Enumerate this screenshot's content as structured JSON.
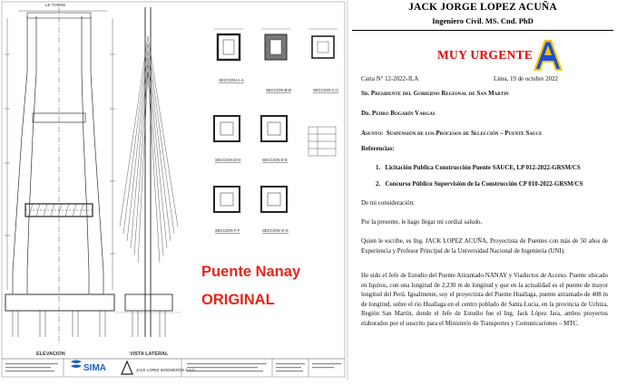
{
  "drawing": {
    "overlay_title": "Puente Nanay",
    "overlay_subtitle": "ORIGINAL",
    "overlay_color": "#e3261c",
    "view_elevation": "ELEVACION",
    "view_lateral": "VISTA LATERAL",
    "label_tower_axis": "LE TORRE",
    "company_sima": "SIMA",
    "company_jla": "JACK LOPEZ INGENIEROS S.A.C.",
    "sections": [
      {
        "title": "SECCION A-A"
      },
      {
        "title": "SECCION B-B"
      },
      {
        "title": "SECCION C-C"
      },
      {
        "title": "SECCION D-D"
      },
      {
        "title": "SECCION E-E"
      },
      {
        "title": "SECCION F-F"
      },
      {
        "title": "SECCION G-G"
      }
    ]
  },
  "letter": {
    "author": "JACK JORGE LOPEZ ACUÑA",
    "credentials": "Ingeniero Civil. MS. Cnd. PhD",
    "urgent": "MUY URGENTE",
    "urgent_color": "#e60000",
    "logo_letter": "A",
    "logo_colors": {
      "fill": "#1a4fd6",
      "ring": "#f4c400"
    },
    "place_date": "Lima, 19 de octubre 2022",
    "ref_number": "Carta N° 12-2022-JLA",
    "addressee": "Sr. Presidente del Gobierno Regional de San Martin",
    "addressee_name": "Dr. Pedro Bogarín Vargas",
    "subject_label": "Asunto:",
    "subject_text": "Suspensión de los Procesos de Selección – Puente Sauce",
    "refs_label": "Referencias:",
    "refs": [
      {
        "num": "1.",
        "text": "Licitación Publica Construcción Puente SAUCE, LP 012-2022-GRSM/CS"
      },
      {
        "num": "2.",
        "text": "Concurso Público Supervisión de la Construcción CP 010-2022-GRSM/CS"
      }
    ],
    "greeting": "De mi consideración:",
    "p1": "Por la presente, le hago llegar mi cordial saludo.",
    "p2": "Quien le escribe, es Ing. JACK LOPEZ ACUÑA, Proyectista de Puentes con más de 50 años de Experiencia y Profesor Principal de la Universidad Nacional de Ingeniería (UNI).",
    "p3": "He sido el Jefe de Estudio del Puente Atirantado NANAY y Viaductos de Acceso. Puente ubicado en Iquitos, con una longitud de 2,230 m de longitud y que en la actualidad es el puente de mayor longitud del Perú. Igualmente, soy el proyectista del Puente Huallaga, puente atirantado de 408 m de longitud, sobre el río Huallaga en el centro poblado de Santa Lucia, en la provincia de Uchiza, Región San Martín, donde el Jefe de Estudio fue el Ing. Jack López Jara, ambos proyectos elaborados por el suscrito para el Ministerio de Transportes y Comunicaciones – MTC."
  }
}
